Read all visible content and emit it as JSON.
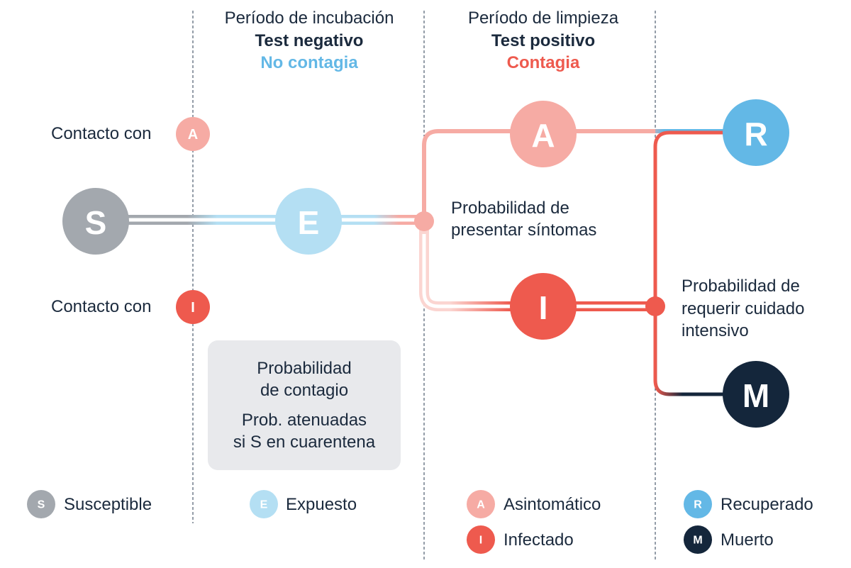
{
  "colors": {
    "S": "#a3a8ae",
    "E": "#b4dff3",
    "A": "#f6aba4",
    "I": "#ee5a4e",
    "R": "#63b8e6",
    "M": "#14263b",
    "text": "#1b2a3d",
    "box": "#e8e9ec"
  },
  "phases": [
    {
      "title": "Período de incubación",
      "test": "Test negativo",
      "contagion": "No contagia",
      "contagion_color": "#63b8e6"
    },
    {
      "title": "Período de limpieza",
      "test": "Test positivo",
      "contagion": "Contagia",
      "contagion_color": "#ee5a4e"
    }
  ],
  "nodes": {
    "S": "S",
    "E": "E",
    "A": "A",
    "I": "I",
    "R": "R",
    "M": "M"
  },
  "contact_a": "Contacto con",
  "contact_i": "Contacto con",
  "prob_symptoms": [
    "Probabilidad de",
    "presentar síntomas"
  ],
  "prob_icu": [
    "Probabilidad de",
    "requerir cuidado",
    "intensivo"
  ],
  "box": [
    "Probabilidad",
    "de contagio",
    "Prob. atenuadas",
    "si S en cuarentena"
  ],
  "legend": [
    {
      "key": "S",
      "label": "Susceptible"
    },
    {
      "key": "E",
      "label": "Expuesto"
    },
    {
      "key": "A",
      "label": "Asintomático"
    },
    {
      "key": "I",
      "label": "Infectado"
    },
    {
      "key": "R",
      "label": "Recuperado"
    },
    {
      "key": "M",
      "label": "Muerto"
    }
  ]
}
